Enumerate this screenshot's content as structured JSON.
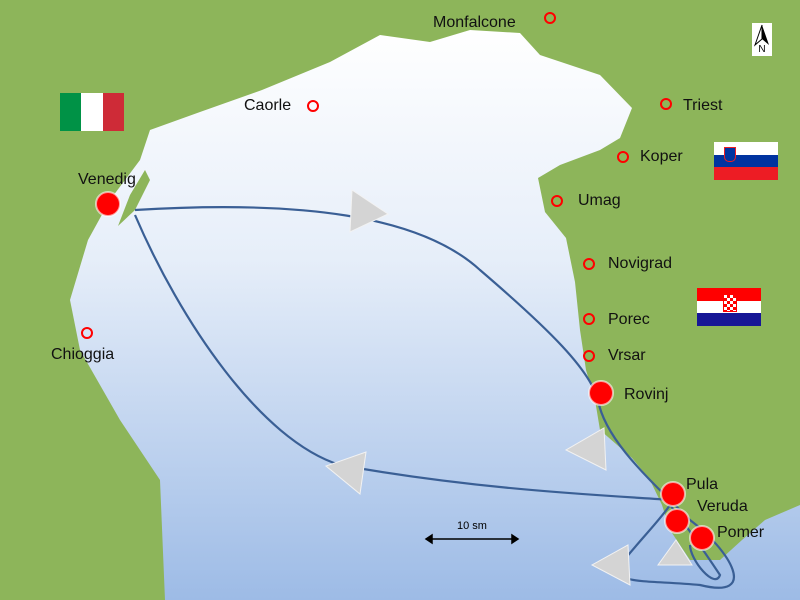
{
  "places": {
    "monfalcone": "Monfalcone",
    "caorle": "Caorle",
    "triest": "Triest",
    "koper": "Koper",
    "venedig": "Venedig",
    "umag": "Umag",
    "novigrad": "Novigrad",
    "chioggia": "Chioggia",
    "porec": "Porec",
    "vrsar": "Vrsar",
    "rovinj": "Rovinj",
    "pula": "Pula",
    "veruda": "Veruda",
    "pomer": "Pomer"
  },
  "north_label": "N",
  "scale_label": "10 sm",
  "colors": {
    "land": "#8db55a",
    "sea_top": "#ffffff",
    "sea_bottom": "#9dbbe6",
    "route": "#3a5f95",
    "marker": "#ff0000"
  }
}
